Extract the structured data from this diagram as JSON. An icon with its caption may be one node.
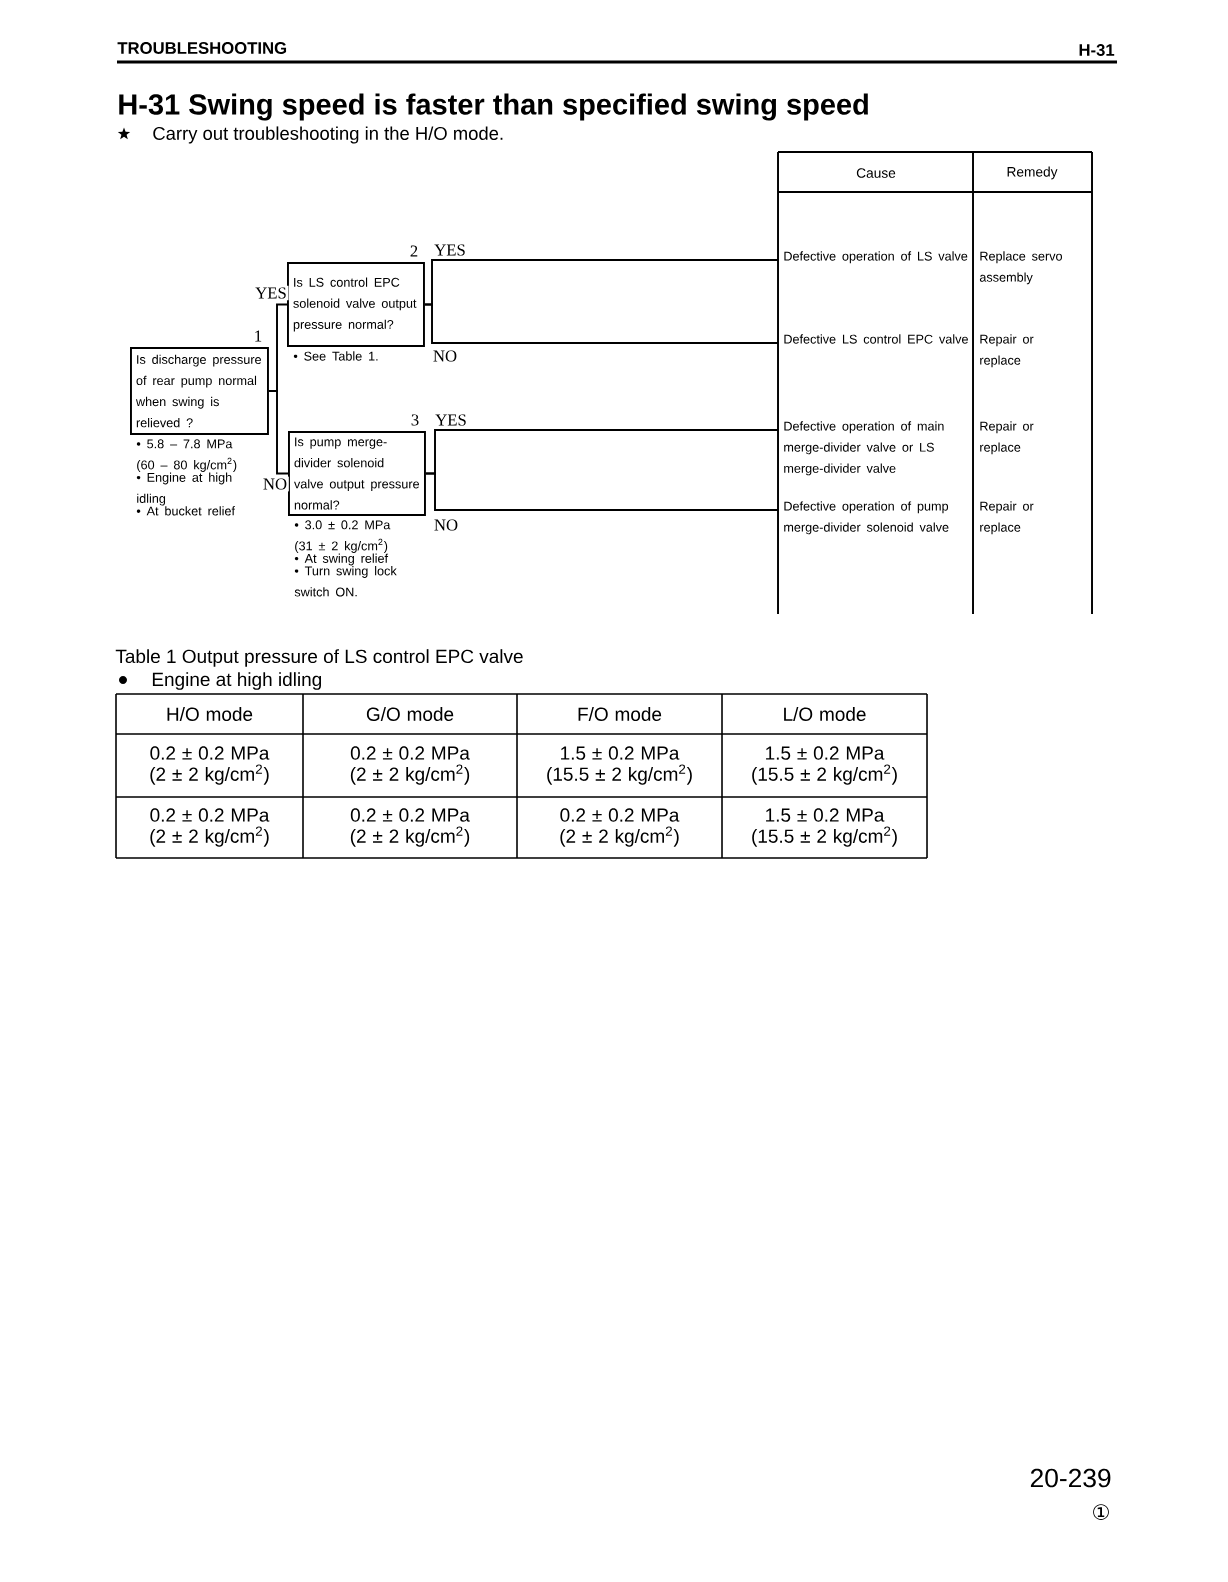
{
  "diagram": {
    "title": "H-31 Swing speed is faster than specified swing speed",
    "nodes": [
      {
        "text": [
          "Is discharge pressure of rear pump normal when swing is relieved ?"
        ],
        "beside": [
          "1",
          "• 5.8 – 7.8 MPa (60 – 80 kg/cm$^{2}$)",
          "• Engine at high idling",
          "• At bucket relief"
        ]
      },
      {
        "text": [
          "Is LS control EPC solenoid valve output pressure normal?"
        ],
        "beside": [
          "2",
          "• See Table 1."
        ]
      },
      {
        "text": [
          "Is pump merge-divider solenoid valve output pressure normal?"
        ],
        "beside": [
          "3",
          "• 3.0 ± 0.2 MPa (31 ± 2 kg/cm$^{2}$)",
          "• At swing relief",
          "• Turn swing lock switch ON."
        ]
      },
      {
        "text": [
          "Defective operation of LS valve",
          "Replace servo assembly"
        ]
      },
      {
        "text": [
          "Defective LS control EPC valve",
          "Repair or replace"
        ]
      },
      {
        "text": [
          "Defective operation of main merge-divider valve or LS merge-divider valve",
          "Repair or replace"
        ]
      },
      {
        "text": [
          "Defective operation of pump merge-divider solenoid valve",
          "Repair or replace"
        ]
      }
    ],
    "edges": [
      {
        "from": 0,
        "to": 1,
        "arrow": "none",
        "label": "YES"
      },
      {
        "from": 0,
        "to": 2,
        "arrow": "none",
        "label": "NO"
      },
      {
        "from": 1,
        "to": 3,
        "arrow": "none",
        "label": "YES"
      },
      {
        "from": 1,
        "to": 4,
        "arrow": "none",
        "label": "NO"
      },
      {
        "from": 2,
        "to": 5,
        "arrow": "none",
        "label": "YES"
      },
      {
        "from": 2,
        "to": 6,
        "arrow": "none",
        "label": "NO"
      }
    ],
    "labels": [
      "TROUBLESHOOTING",
      "H-31",
      "Carry out troubleshooting in the H/O mode.",
      "Cause",
      "Remedy",
      "Table 1 Output pressure of LS control EPC valve",
      "Engine at high idling",
      "H/O mode",
      "G/O mode",
      "F/O mode",
      "L/O mode",
      "0.2 ± 0.2 MPa (2 ± 2 kg/cm$^{2}$)",
      "0.2 ± 0.2 MPa (2 ± 2 kg/cm$^{2}$)",
      "1.5 ± 0.2 MPa (15.5 ± 2 kg/cm$^{2}$)",
      "1.5 ± 0.2 MPa (15.5 ± 2 kg/cm$^{2}$)",
      "0.2 ± 0.2 MPa (2 ± 2 kg/cm$^{2}$)",
      "0.2 ± 0.2 MPa (2 ± 2 kg/cm$^{2}$)",
      "0.2 ± 0.2 MPa (2 ± 2 kg/cm$^{2}$)",
      "1.5 ± 0.2 MPa (15.5 ± 2 kg/cm$^{2}$)",
      "20-239",
      "①"
    ]
  }
}
